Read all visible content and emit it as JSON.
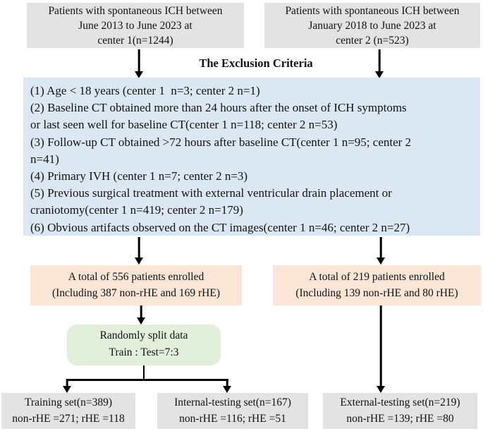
{
  "colors": {
    "page_bg": "#ffffff",
    "gray_box": "#e3e3e3",
    "blue_box": "#dbe8f4",
    "peach_box": "#fbe5d6",
    "green_box": "#e2efda",
    "arrow": "#000000"
  },
  "top_left_box": {
    "lines": [
      "Patients with spontaneous ICH between",
      "June 2013 to June 2023 at",
      "center 1(n=1244)"
    ]
  },
  "top_right_box": {
    "lines": [
      "Patients with spontaneous ICH between",
      "January 2018 to June 2023 at",
      "center 2 (n=523)"
    ]
  },
  "exclusion": {
    "heading": "The Exclusion Criteria",
    "lines": [
      "(1) Age < 18 years (center 1  n=3; center 2 n=1)",
      "(2) Baseline CT obtained more than 24 hours after the onset of ICH symptoms",
      "or last seen well for baseline CT(center 1 n=118; center 2 n=53)",
      "(3) Follow-up CT obtained >72 hours after baseline CT(center 1 n=95; center 2",
      "n=41)",
      "(4) Primary IVH (center 1 n=7; center 2 n=3)",
      "(5) Previous surgical treatment with external ventricular drain placement or",
      "craniotomy(center 1 n=419; center 2 n=179)",
      "(6) Obvious artifacts observed on the CT images(center 1 n=46; center 2 n=27)"
    ]
  },
  "enrolled_left_box": {
    "lines": [
      "A total of 556 patients enrolled",
      "(Including 387 non-rHE and 169 rHE)"
    ]
  },
  "enrolled_right_box": {
    "lines": [
      "A total of 219 patients enrolled",
      "(Including 139 non-rHE and 80 rHE)"
    ]
  },
  "split_box": {
    "lines": [
      "Randomly split data",
      "Train : Test=7:3"
    ]
  },
  "training_box": {
    "lines": [
      "Training set(n=389)",
      "non-rHE =271; rHE =118"
    ]
  },
  "internal_testing_box": {
    "lines": [
      "Internal-testing set(n=167)",
      "non-rHE =116; rHE =51"
    ]
  },
  "external_testing_box": {
    "lines": [
      "External-testing set(n=219)",
      "non-rHE =139; rHE =80"
    ]
  }
}
